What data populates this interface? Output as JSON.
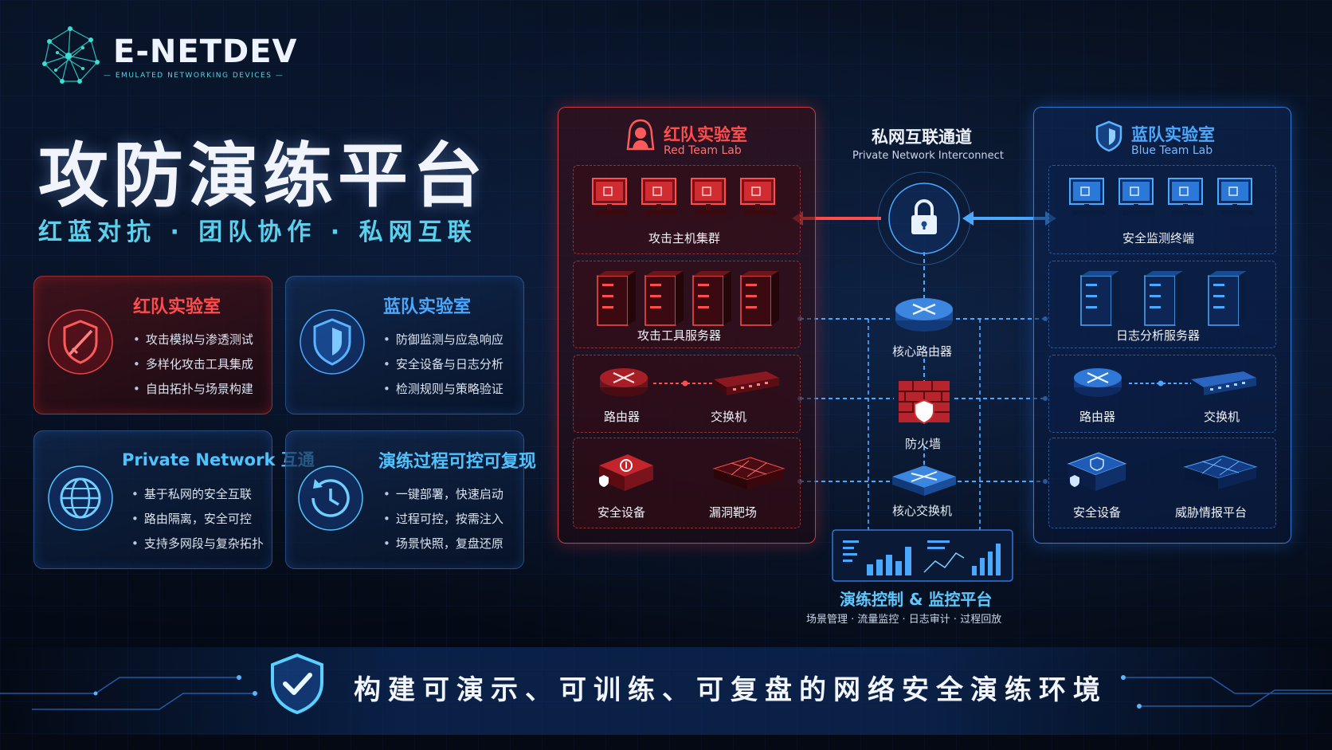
{
  "brand": {
    "name": "E-NETDEV",
    "tagline": "EMULATED NETWORKING DEVICES"
  },
  "hero": {
    "title": "攻防演练平台",
    "subtitle": "红蓝对抗 · 团队协作 · 私网互联"
  },
  "features": [
    {
      "title": "红队实验室",
      "icon": "shield-sword-icon",
      "color": "#ff4d4d",
      "items": [
        "攻击模拟与渗透测试",
        "多样化攻击工具集成",
        "自由拓扑与场景构建"
      ]
    },
    {
      "title": "蓝队实验室",
      "icon": "shield-icon",
      "color": "#4aa8ff",
      "items": [
        "防御监测与应急响应",
        "安全设备与日志分析",
        "检测规则与策略验证"
      ]
    },
    {
      "title": "Private Network 互通",
      "icon": "globe-icon",
      "color": "#4fc3ff",
      "items": [
        "基于私网的安全互联",
        "路由隔离，安全可控",
        "支持多网段与复杂拓扑"
      ]
    },
    {
      "title": "演练过程可控可复现",
      "icon": "history-clock-icon",
      "color": "#4fc3ff",
      "items": [
        "一键部署，快速启动",
        "过程可控，按需注入",
        "场景快照，复盘还原"
      ]
    }
  ],
  "red_lab": {
    "title": "红队实验室",
    "subtitle": "Red Team Lab",
    "icon": "hacker-icon",
    "groups": {
      "hosts": "攻击主机集群",
      "servers": "攻击工具服务器",
      "router": "路由器",
      "switch": "交换机",
      "security": "安全设备",
      "vuln": "漏洞靶场"
    }
  },
  "blue_lab": {
    "title": "蓝队实验室",
    "subtitle": "Blue Team Lab",
    "icon": "shield-icon",
    "groups": {
      "terminals": "安全监测终端",
      "servers": "日志分析服务器",
      "router": "路由器",
      "switch": "交换机",
      "security": "安全设备",
      "intel": "威胁情报平台"
    }
  },
  "interconnect": {
    "title": "私网互联通道",
    "subtitle": "Private Network Interconnect",
    "core_router": "核心路由器",
    "firewall": "防火墙",
    "core_switch": "核心交换机"
  },
  "control": {
    "title": "演练控制 & 监控平台",
    "subtitle": "场景管理 · 流量监控 · 日志审计 · 过程回放"
  },
  "slogan": "构建可演示、可训练、可复盘的网络安全演练环境",
  "colors": {
    "red": "#ff4545",
    "blue": "#3d9bff",
    "cyan": "#4fd6ee"
  }
}
